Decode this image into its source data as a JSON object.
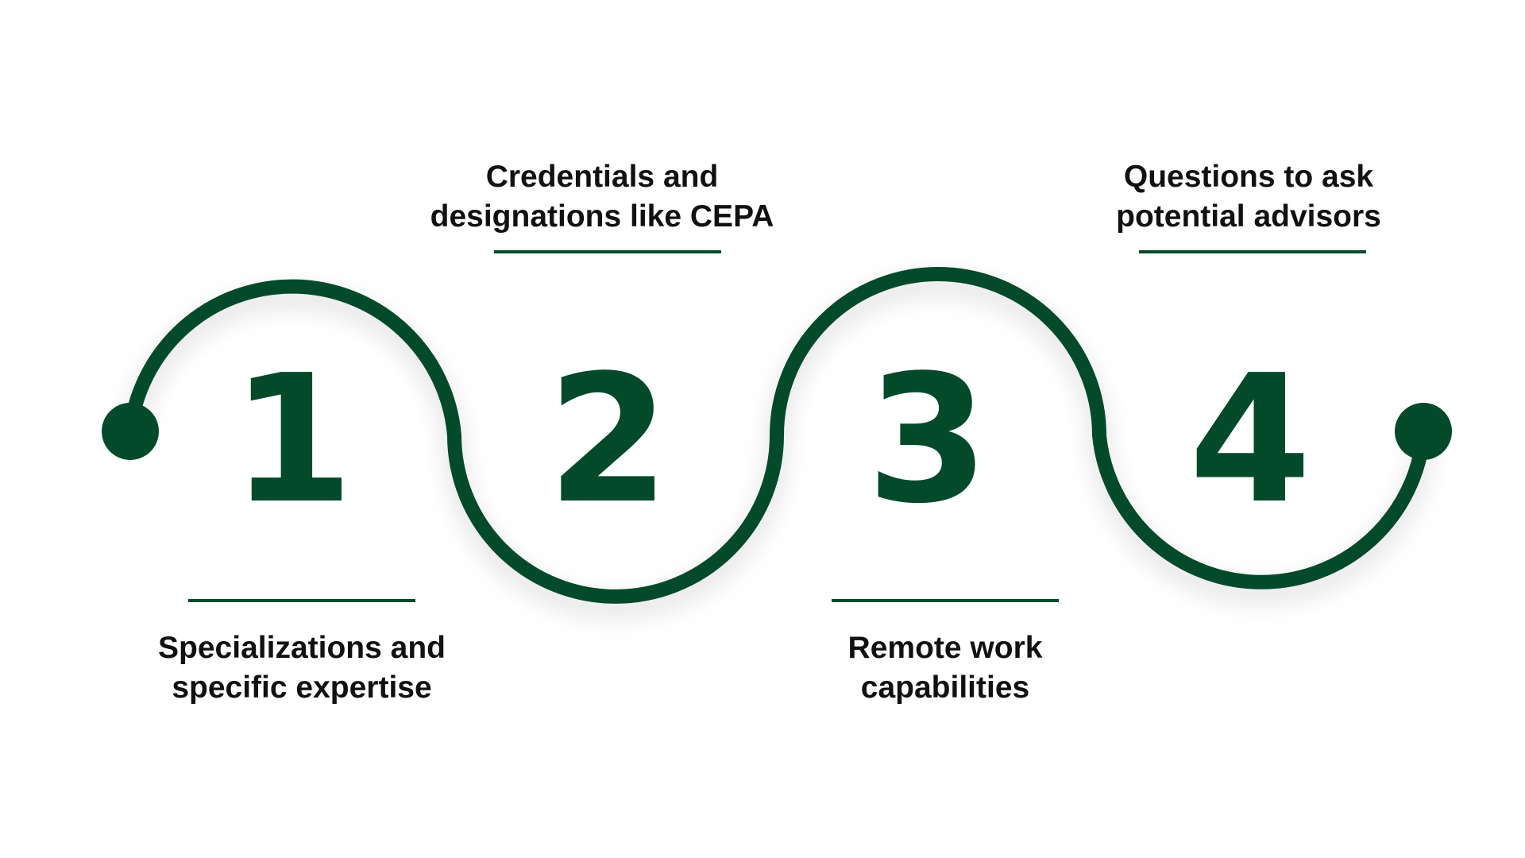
{
  "theme": {
    "green": "#034a2a",
    "text": "#111111",
    "background": "#ffffff"
  },
  "steps": [
    {
      "number": "1",
      "label_line1": "Specializations and",
      "label_line2": "specific expertise"
    },
    {
      "number": "2",
      "label_line1": "Credentials and",
      "label_line2": "designations like CEPA"
    },
    {
      "number": "3",
      "label_line1": "Remote work",
      "label_line2": "capabilities"
    },
    {
      "number": "4",
      "label_line1": "Questions to ask",
      "label_line2": "potential advisors"
    }
  ]
}
